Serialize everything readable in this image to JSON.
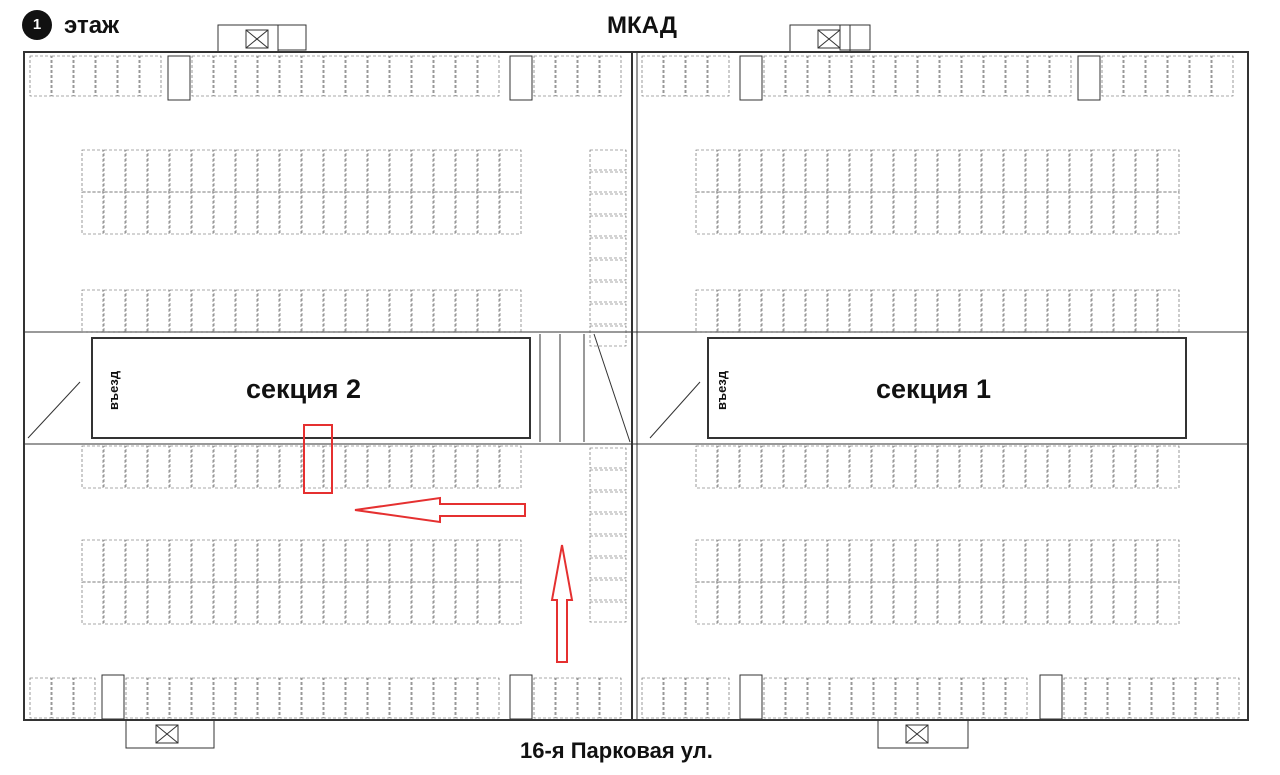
{
  "header": {
    "floor_number": "1",
    "floor_label": "этаж",
    "road_top": "МКАД"
  },
  "footer": {
    "road_bottom": "16-я Парковая ул."
  },
  "sections": {
    "section2": {
      "title": "секция 2",
      "entrance_label": "въезд"
    },
    "section1": {
      "title": "секция 1",
      "entrance_label": "въезд"
    }
  },
  "colors": {
    "line": "#333333",
    "dash": "#555555",
    "highlight": "#e53030",
    "text": "#111111"
  }
}
